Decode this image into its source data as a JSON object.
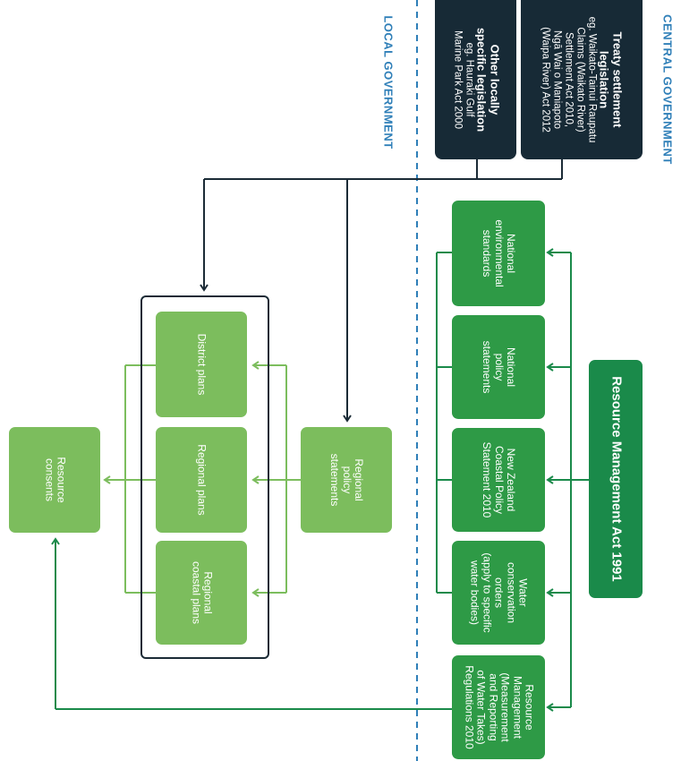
{
  "labels": {
    "central": "CENTRAL GOVERNMENT",
    "local": "LOCAL GOVERNMENT"
  },
  "treaty": {
    "title_1": "Treaty settlement",
    "title_2": "legislation",
    "line_1": "eg. Waikato-Tainui Raupatu",
    "line_2": "Claims (Waikato River)",
    "line_3": "Settlement Act 2010,",
    "line_4": "Ngā Wai o Maniapoto",
    "line_5": "(Waipa River) Act 2012"
  },
  "other": {
    "title_1": "Other locally",
    "title_2": "specific legislation",
    "line_1": "eg. Hauraki Gulf",
    "line_2": "Marine Park Act 2000"
  },
  "rma": {
    "label": "Resource Management Act 1991"
  },
  "national": {
    "nes": [
      "National",
      "environmental",
      "standards"
    ],
    "nps": [
      "National",
      "policy",
      "statements"
    ],
    "nzcps": [
      "New Zealand",
      "Coastal Policy",
      "Statement 2010"
    ],
    "wco": [
      "Water",
      "conservation",
      "orders",
      "(apply to specific",
      "water bodies)"
    ],
    "regs": [
      "Resource",
      "Management",
      "(Measurement",
      "and Reporting",
      "of Water Takes)",
      "Regulations 2010"
    ]
  },
  "regional": {
    "rps": [
      "Regional",
      "policy",
      "statements"
    ],
    "district": "District plans",
    "regional_plans": "Regional plans",
    "coastal": [
      "Regional",
      "coastal plans"
    ],
    "consents": [
      "Resource",
      "consents"
    ]
  },
  "colors": {
    "dark": "#172a36",
    "mid_green": "#2e9a46",
    "light_green": "#7cbd5d",
    "rma_green": "#1a8a4a",
    "divider_blue": "#2f7fb8"
  }
}
